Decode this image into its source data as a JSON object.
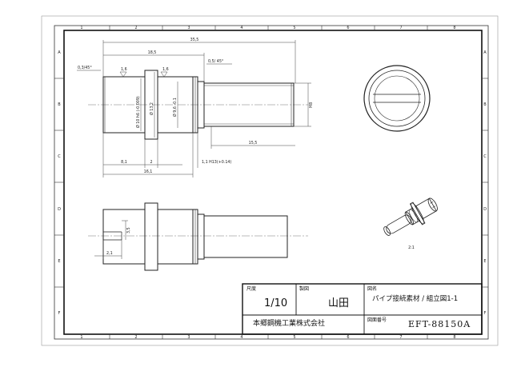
{
  "border": {
    "columns": [
      "1",
      "2",
      "3",
      "4",
      "5",
      "6",
      "7",
      "8"
    ],
    "rows": [
      "A",
      "B",
      "C",
      "D",
      "E",
      "F"
    ]
  },
  "dimensions": {
    "overall_length": "35,5",
    "head_length": "18,5",
    "chamfer_left": "0,3/45°",
    "chamfer_right": "0,5/ 45°",
    "roughness_left": "1,6",
    "roughness_right": "1,6",
    "dia_10": "Ø 10 h6 (-0.009)",
    "dia_13": "Ø 13,2",
    "dia_96": "Ø 9,6 -0.1",
    "thread": "M8",
    "thread_length": "15,5",
    "len_81": "8,1",
    "len_2": "2",
    "groove": "1,1 H13(+0.14)",
    "len_161": "16,1",
    "slot_width": "3,5",
    "slot_depth": "2,1",
    "iso_scale": "2:1"
  },
  "title_block": {
    "scale_label": "尺度",
    "scale_value": "1/10",
    "drawn_label": "製図",
    "drawn_value": "山田",
    "title_label": "図名",
    "title_value": "パイプ接続素材 / 組立図1-1",
    "company": "本郷鋼機工業株式会社",
    "number_label": "図面番号",
    "number_value": "EFT-88150A"
  }
}
